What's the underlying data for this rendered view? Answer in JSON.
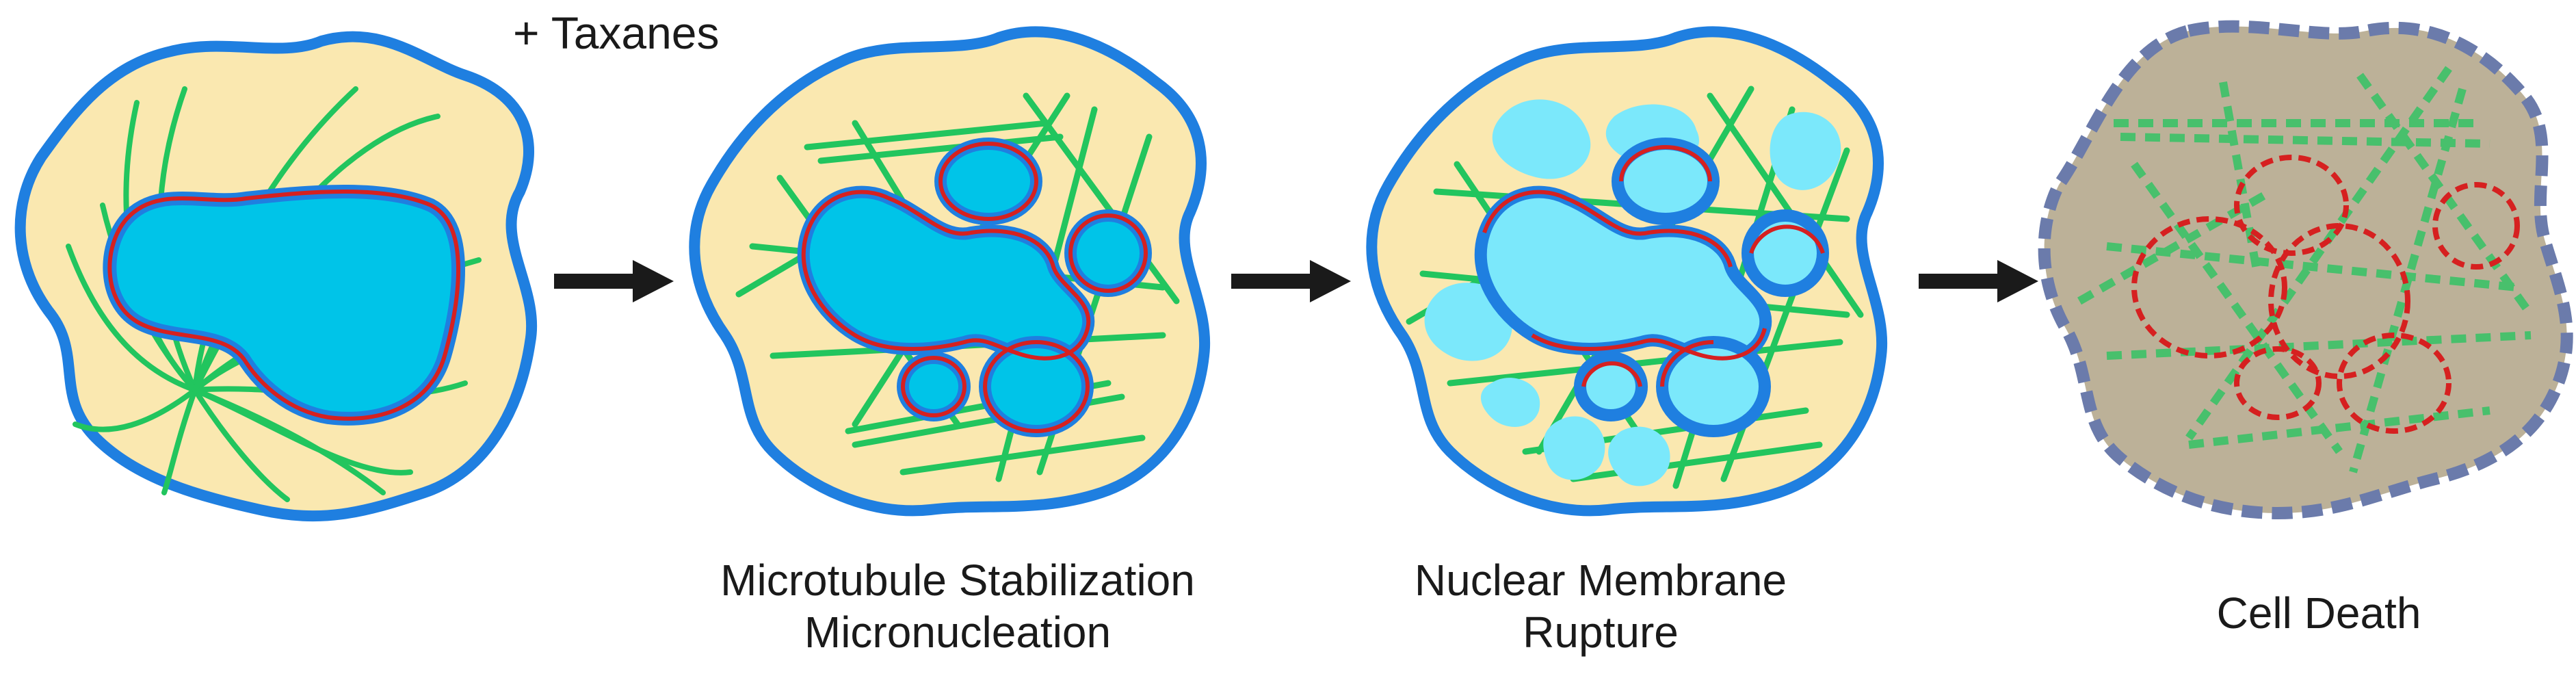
{
  "treatment_label": "+ Taxanes",
  "stages": [
    {
      "id": "untreated",
      "caption_lines": []
    },
    {
      "id": "stabilization",
      "caption_lines": [
        "Microtubule Stabilization",
        "Micronucleation"
      ]
    },
    {
      "id": "rupture",
      "caption_lines": [
        "Nuclear Membrane",
        "Rupture"
      ]
    },
    {
      "id": "death",
      "caption_lines": [
        "Cell Death"
      ]
    }
  ],
  "colors": {
    "cell_membrane": "#1f7fe0",
    "cytoplasm": "#fae8b0",
    "microtubule": "#22c55e",
    "nucleus": "#00c4e8",
    "nuclear_envelope": "#d62020",
    "leaked_chromatin": "#7be8fb",
    "dead_cell_fill": "#bcb198",
    "dead_cell_border": "#6b7bab",
    "arrow": "#1a1a1a"
  }
}
